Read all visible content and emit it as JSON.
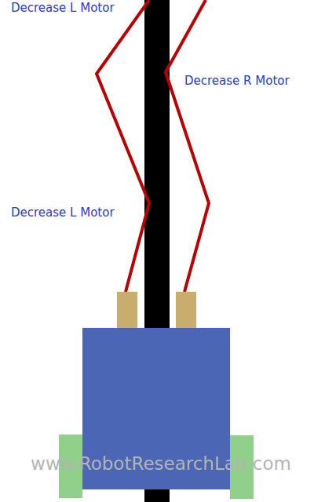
{
  "diagram": {
    "labels": [
      "Decrease L Motor",
      "Decrease R Motor",
      "Decrease L Motor",
      "www.RobotResearchLab.com"
    ]
  }
}
